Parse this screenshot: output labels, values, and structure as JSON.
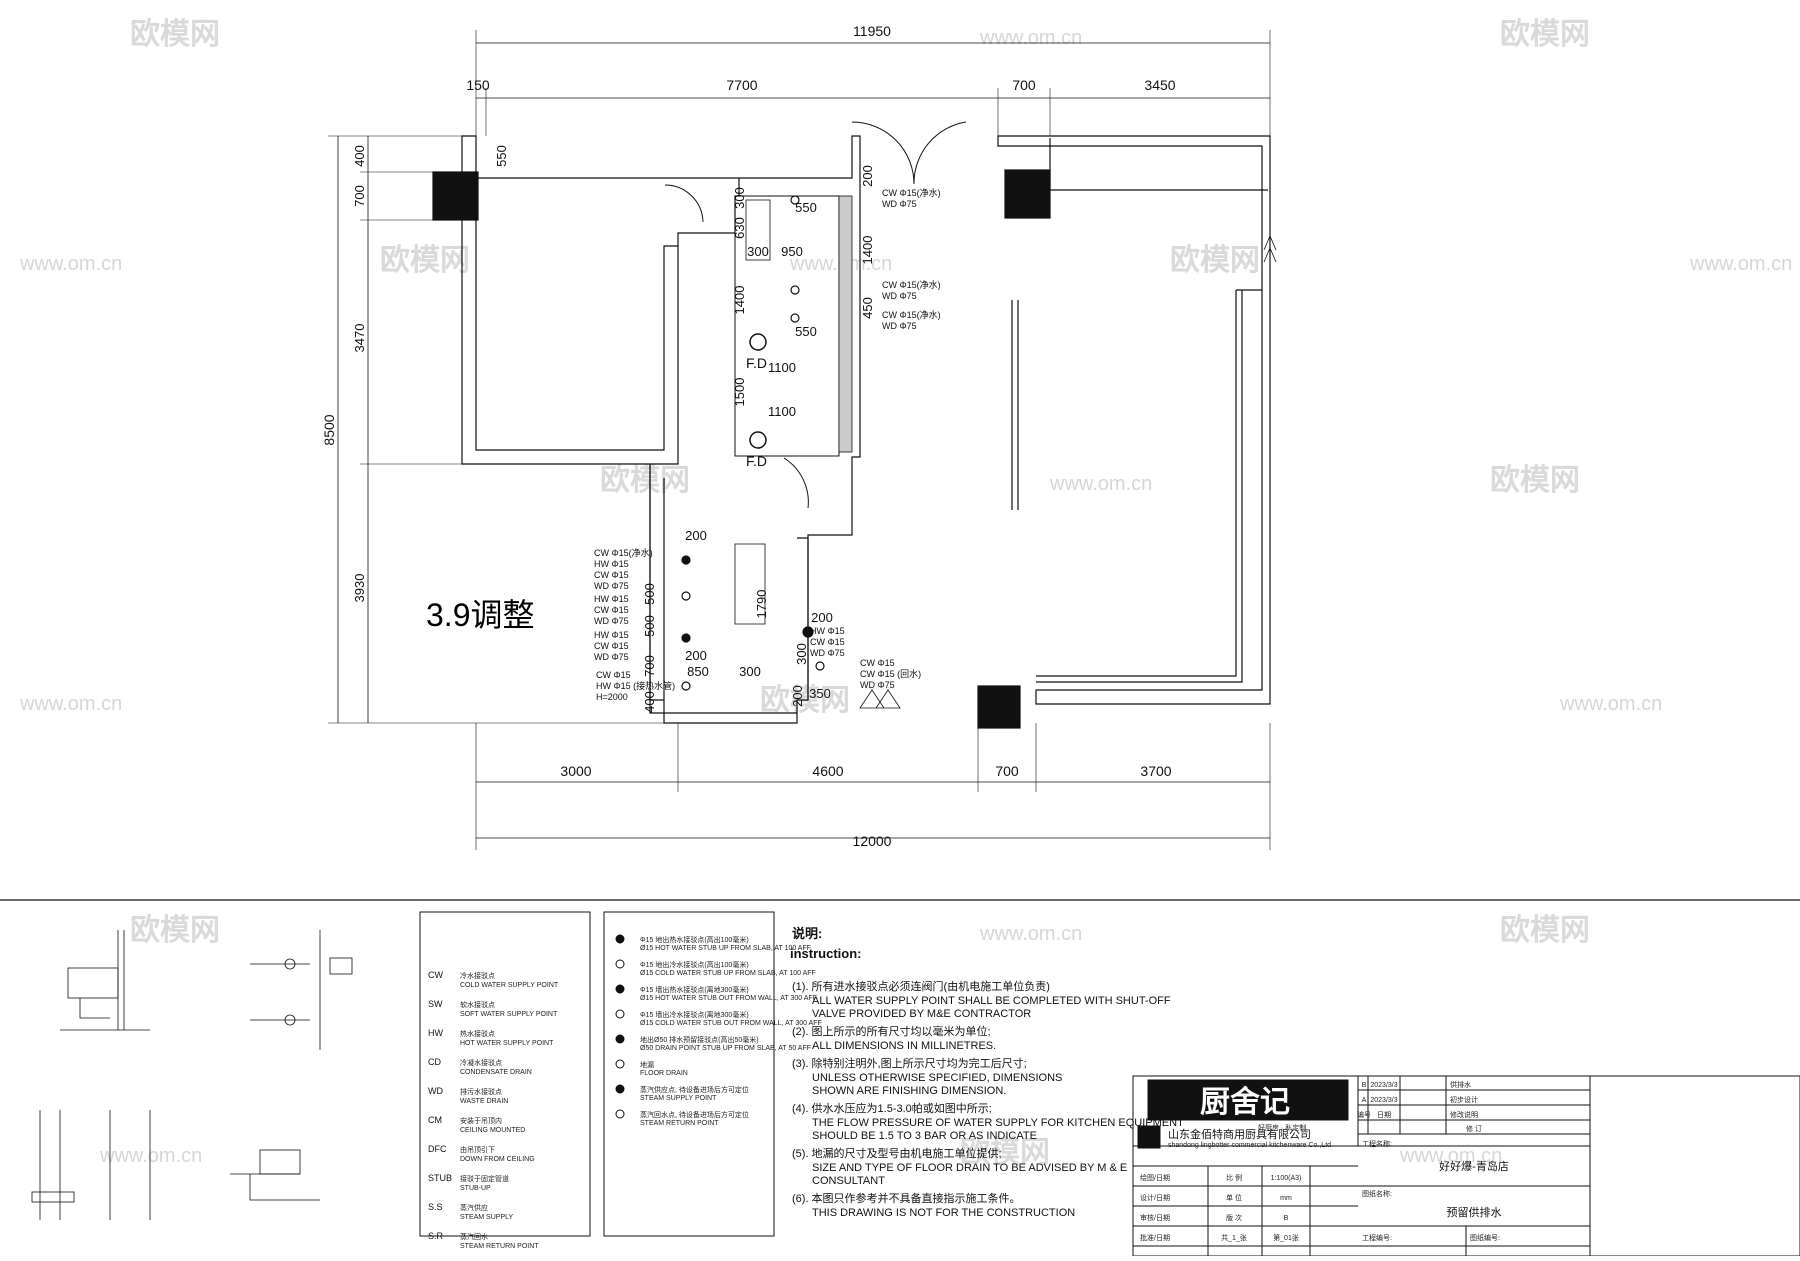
{
  "plan": {
    "top_dims": {
      "overall": "11950",
      "d1": "150",
      "d2": "7700",
      "d3": "700",
      "d4": "3450"
    },
    "bottom_dims": {
      "overall": "12000",
      "d1": "3000",
      "d2": "4600",
      "d3": "700",
      "d4": "3700"
    },
    "left_dims": {
      "overall": "8500",
      "d1": "400",
      "d2": "700",
      "d3": "3470",
      "d4": "3930"
    },
    "inner_dims": {
      "a550": "550",
      "a300": "300",
      "a630": "630",
      "a200": "200",
      "a1400": "1400",
      "a1400b": "1400",
      "a1500": "1500",
      "a450": "450",
      "a550b": "550",
      "a950": "950",
      "a550c": "550",
      "a1100": "1100",
      "a1100b": "1100",
      "a300b": "300",
      "b200": "200",
      "b500": "500",
      "b500b": "500",
      "b200b": "200",
      "b700": "700",
      "b400": "400",
      "b850": "850",
      "b300": "300",
      "b1790": "1790",
      "b200c": "200",
      "b300c": "300",
      "b200d": "200",
      "b350": "350"
    },
    "floor_drain_1": "F.D",
    "floor_drain_2": "F.D",
    "adjust_label": "3.9调整",
    "pipe_groups": [
      {
        "lines": [
          "CW  Φ15(净水)",
          "WD  Φ75"
        ]
      },
      {
        "lines": [
          "CW  Φ15(净水)",
          "WD  Φ75"
        ]
      },
      {
        "lines": [
          "CW  Φ15(净水)",
          "WD  Φ75"
        ]
      },
      {
        "lines": [
          "CW  Φ15(净水)",
          "HW  Φ15",
          "CW  Φ15",
          "WD  Φ75"
        ]
      },
      {
        "lines": [
          "HW  Φ15",
          "CW  Φ15",
          "WD  Φ75"
        ]
      },
      {
        "lines": [
          "HW  Φ15",
          "CW  Φ15",
          "WD  Φ75"
        ]
      },
      {
        "lines": [
          "CW Φ15",
          "HW Φ15 (接热水管)",
          "H=2000"
        ]
      },
      {
        "lines": [
          "HW  Φ15",
          "CW  Φ15",
          "WD  Φ75"
        ]
      },
      {
        "lines": [
          "CW  Φ15",
          "CW  Φ15  (回水)",
          "WD  Φ75"
        ]
      }
    ]
  },
  "legend": {
    "rows": [
      {
        "code": "CW",
        "cn": "冷水接驳点",
        "en": "COLD WATER SUPPLY POINT"
      },
      {
        "code": "SW",
        "cn": "软水接驳点",
        "en": "SOFT WATER SUPPLY POINT"
      },
      {
        "code": "HW",
        "cn": "热水接驳点",
        "en": "HOT WATER SUPPLY POINT"
      },
      {
        "code": "CD",
        "cn": "冷凝水接驳点",
        "en": "CONDENSATE DRAIN"
      },
      {
        "code": "WD",
        "cn": "排污水接驳点",
        "en": "WASTE DRAIN"
      },
      {
        "code": "CM",
        "cn": "安装于吊顶内",
        "en": "CEILING MOUNTED"
      },
      {
        "code": "DFC",
        "cn": "由吊顶引下",
        "en": "DOWN FROM CEILING"
      },
      {
        "code": "STUB",
        "cn": "接驳于固定管道",
        "en": "STUB-UP"
      },
      {
        "code": "S.S",
        "cn": "蒸汽供应",
        "en": "STEAM SUPPLY"
      },
      {
        "code": "S.R",
        "cn": "蒸汽回水",
        "en": "STEAM RETURN POINT"
      }
    ]
  },
  "symbols": {
    "rows": [
      {
        "cn": "Φ15 地出热水接驳点(高出100毫米)",
        "en": "Ø15 HOT WATER STUB UP FROM SLAB, AT 100 AFF"
      },
      {
        "cn": "Φ15 地出冷水接驳点(高出100毫米)",
        "en": "Ø15 COLD WATER STUB UP FROM SLAB, AT 100 AFF"
      },
      {
        "cn": "Φ15 墙出热水接驳点(离地300毫米)",
        "en": "Ø15 HOT WATER STUB OUT FROM WALL, AT 300 AFF"
      },
      {
        "cn": "Φ15 墙出冷水接驳点(离地300毫米)",
        "en": "Ø15 COLD WATER STUB OUT FROM WALL, AT 300 AFF"
      },
      {
        "cn": "地出Ø50 排水预留接驳点(高出50毫米)",
        "en": "Ø50 DRAIN POINT STUB UP FROM SLAB, AT 50 AFF"
      },
      {
        "cn": "地漏",
        "en": "FLOOR DRAIN"
      },
      {
        "cn": "蒸汽供应点, 待设备进场后方可定位",
        "en": "STEAM SUPPLY POINT"
      },
      {
        "cn": "蒸汽回水点, 待设备进场后方可定位",
        "en": "STEAM RETURN POINT"
      }
    ]
  },
  "instructions": {
    "title_cn": "说明:",
    "title_en": "instruction:",
    "items": [
      {
        "cn": "(1). 所有进水接驳点必须连阀门(由机电施工单位负责)",
        "en": [
          "ALL WATER SUPPLY POINT SHALL BE COMPLETED WITH SHUT-OFF",
          "VALVE PROVIDED BY M&E CONTRACTOR"
        ]
      },
      {
        "cn": "(2). 图上所示的所有尺寸均以毫米为单位;",
        "en": [
          "ALL DIMENSIONS IN MILLINETRES."
        ]
      },
      {
        "cn": "(3). 除特别注明外,图上所示尺寸均为完工后尺寸;",
        "en": [
          "UNLESS OTHERWISE SPECIFIED, DIMENSIONS",
          "SHOWN ARE FINISHING DIMENSION."
        ]
      },
      {
        "cn": "(4). 供水水压应为1.5-3.0帕或如图中所示;",
        "en": [
          "THE FLOW PRESSURE OF WATER SUPPLY FOR KITCHEN EQUIPMENT",
          "SHOULD BE 1.5 TO 3 BAR OR AS INDICATE"
        ]
      },
      {
        "cn": "(5). 地漏的尺寸及型号由机电施工单位提供;",
        "en": [
          "SIZE AND TYPE OF FLOOR DRAIN TO BE ADVISED BY M & E",
          "CONSULTANT"
        ]
      },
      {
        "cn": "(6). 本图只作参考并不具备直接指示施工条件。",
        "en": [
          "THIS DRAWING IS NOT FOR THE CONSTRUCTION"
        ]
      }
    ]
  },
  "titleblock": {
    "brand": "厨舍记",
    "slogan": "好厨房 · 私定制",
    "company_cn": "山东金佰特商用厨具有限公司",
    "company_en": "shandong lingbotter commercial kitchenware Co.,Ltd",
    "rev_rows": [
      {
        "no": "B",
        "date": "2023/3/3",
        "desc": "供排水"
      },
      {
        "no": "A",
        "date": "2023/3/3",
        "desc": "初步设计"
      }
    ],
    "rev_header": {
      "no": "编号",
      "date": "日期",
      "desc": "修改说明"
    },
    "rev_title": "修        订",
    "project_label": "工程名称:",
    "project": "好好爆-青岛店",
    "drawing_label": "图纸名称:",
    "drawing": "预留供排水",
    "drawn": "绘图/日期",
    "design": "设计/日期",
    "check": "审核/日期",
    "approve": "批准/日期",
    "scale_label": "比  例",
    "scale": "1:100(A3)",
    "unit_label": "单  位",
    "unit": "mm",
    "version_label": "版  次",
    "version": "B",
    "total": "共_1_张",
    "sheet": "第_01张",
    "no_label": "工程编号:",
    "dwg_no_label": "图纸编号:"
  },
  "watermark": {
    "brand": "欧模网",
    "url": "www.om.cn"
  }
}
